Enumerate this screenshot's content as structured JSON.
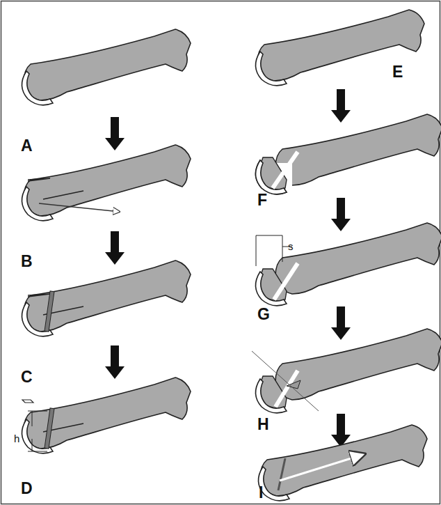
{
  "diagram": {
    "labels": [
      "A",
      "B",
      "C",
      "D",
      "E",
      "F",
      "G",
      "H",
      "I",
      "h",
      "s"
    ]
  }
}
